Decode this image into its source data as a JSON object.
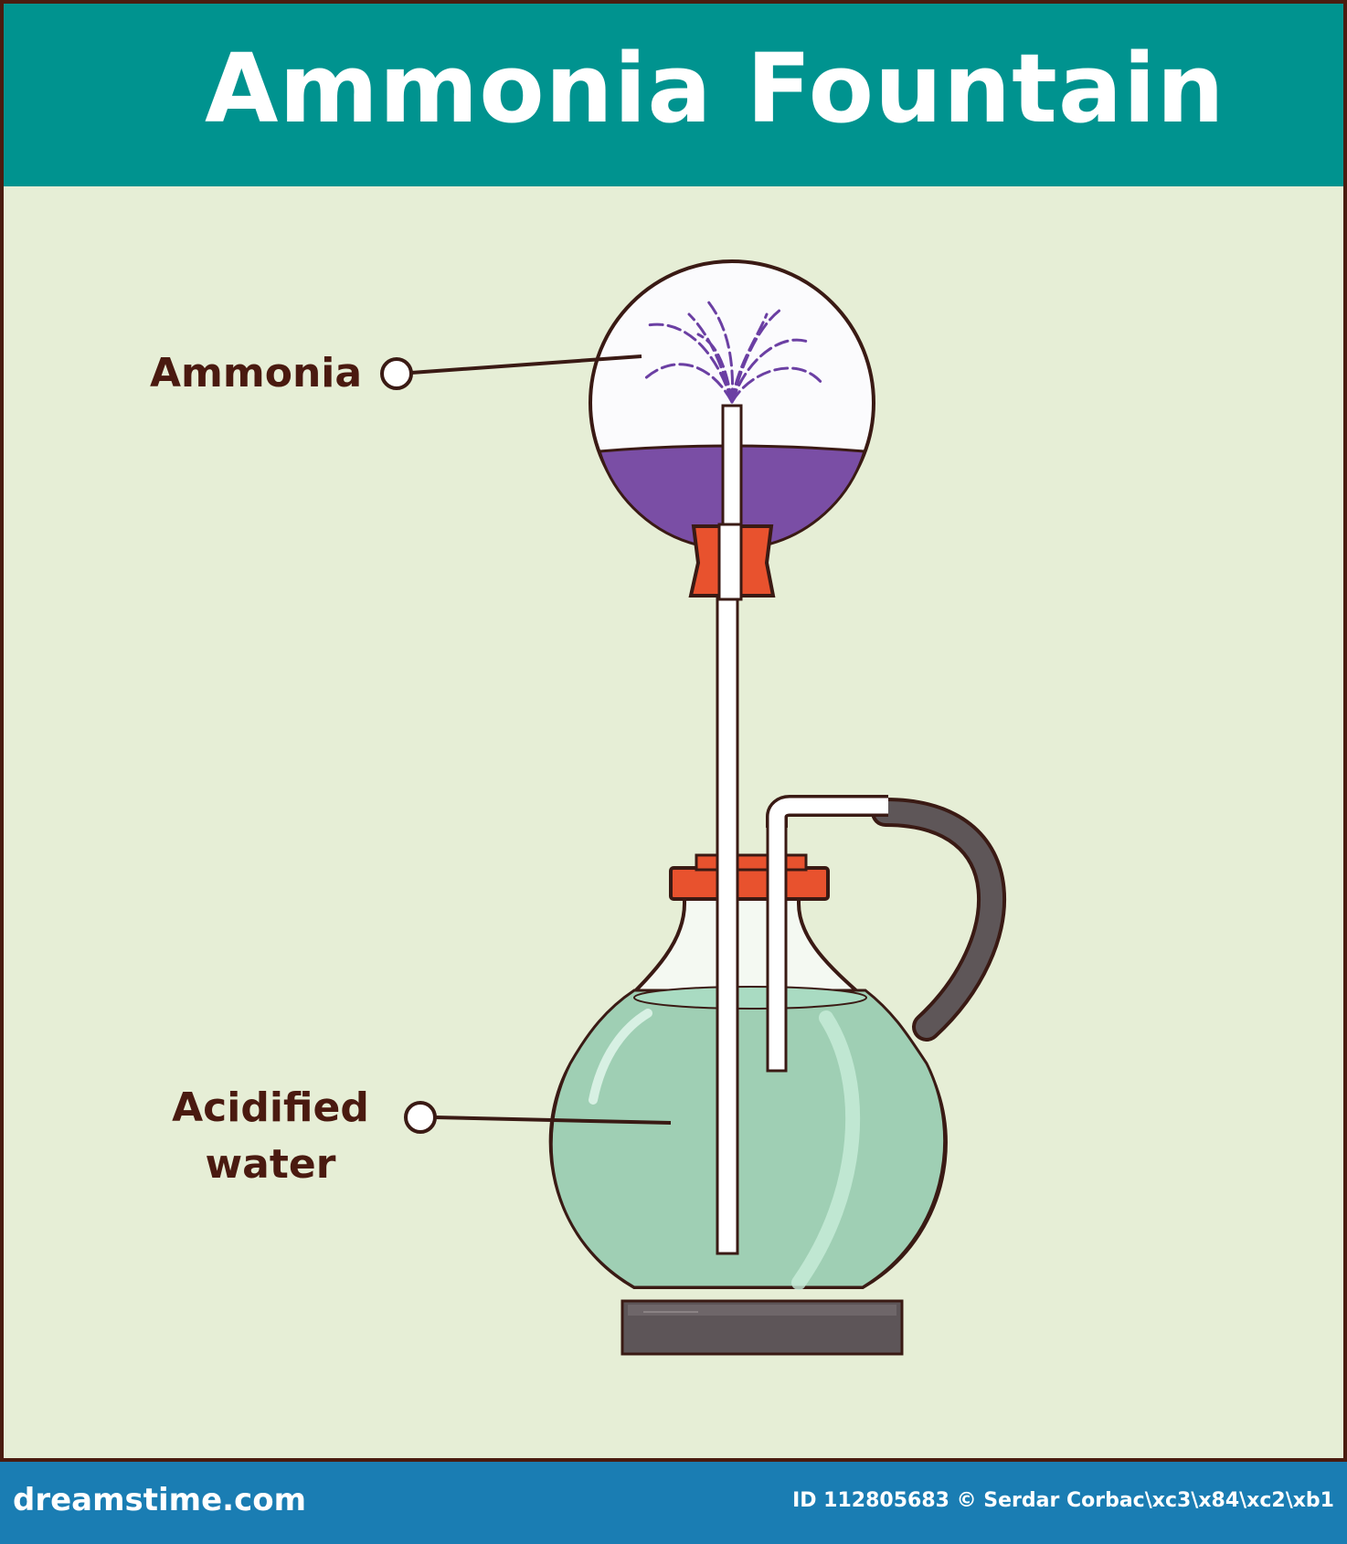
{
  "header": {
    "title": "Ammonia Fountain"
  },
  "labels": {
    "ammonia": "Ammonia",
    "acidified_line1": "Acidified",
    "acidified_line2": "water"
  },
  "footer": {
    "brand": "dreamstime.com",
    "credit": "ID 112805683 © Serdar Corbac\\xc3\\x84\\xc2\\xb1"
  },
  "colors": {
    "header": "#00938f",
    "background": "#e6eed6",
    "outline": "#4a1c10",
    "ammonia_liquid": "#7a4ea5",
    "acidified_water": "#9fcfb4",
    "stopper": "#e8522e",
    "hose": "#5e5658",
    "base": "#5d5558",
    "footer": "#1a7db3"
  }
}
